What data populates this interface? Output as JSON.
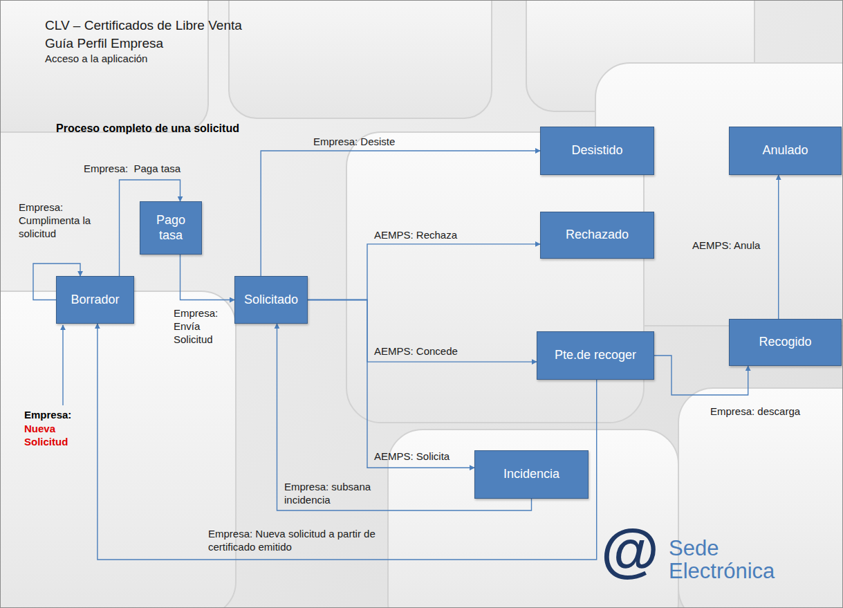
{
  "diagram": {
    "title": "CLV – Certificados de Libre Venta",
    "nodes": [
      {
        "text": [
          "Borrador"
        ]
      },
      {
        "text": [
          "Pago tasa"
        ]
      },
      {
        "text": [
          "Solicitado"
        ]
      },
      {
        "text": [
          "Desistido"
        ]
      },
      {
        "text": [
          "Rechazado"
        ]
      },
      {
        "text": [
          "Pte.de recoger"
        ]
      },
      {
        "text": [
          "Incidencia"
        ]
      },
      {
        "text": [
          "Anulado"
        ]
      },
      {
        "text": [
          "Recogido"
        ]
      }
    ],
    "edges": [
      {
        "from": 0,
        "to": 0,
        "label": "Empresa: Cumplimenta la solicitud",
        "arrow": "to"
      },
      {
        "from": 0,
        "to": 1,
        "label": "Empresa:  Paga tasa",
        "arrow": "to"
      },
      {
        "from": 1,
        "to": 2,
        "label": "Empresa: Envía Solicitud",
        "arrow": "to"
      },
      {
        "from": 2,
        "to": 3,
        "label": "Empresa: Desiste",
        "arrow": "to"
      },
      {
        "from": 2,
        "to": 4,
        "label": "AEMPS: Rechaza",
        "arrow": "to"
      },
      {
        "from": 2,
        "to": 5,
        "label": "AEMPS: Concede",
        "arrow": "to"
      },
      {
        "from": 2,
        "to": 6,
        "label": "AEMPS: Solicita",
        "arrow": "to"
      },
      {
        "from": 6,
        "to": 2,
        "label": "Empresa: subsana incidencia",
        "arrow": "to"
      },
      {
        "from": 5,
        "to": 8,
        "label": "Empresa: descarga",
        "arrow": "to"
      },
      {
        "from": 8,
        "to": 7,
        "label": "AEMPS: Anula",
        "arrow": "to"
      },
      {
        "from": 5,
        "to": 0,
        "label": "Empresa: Nueva solicitud a partir de certificado emitido",
        "arrow": "to"
      }
    ],
    "labels": [
      "Guía Perfil Empresa",
      "Acceso a la aplicación",
      "Proceso completo de una solicitud",
      "Empresa:",
      "Nueva Solicitud",
      "@",
      "Sede Electrónica"
    ]
  }
}
